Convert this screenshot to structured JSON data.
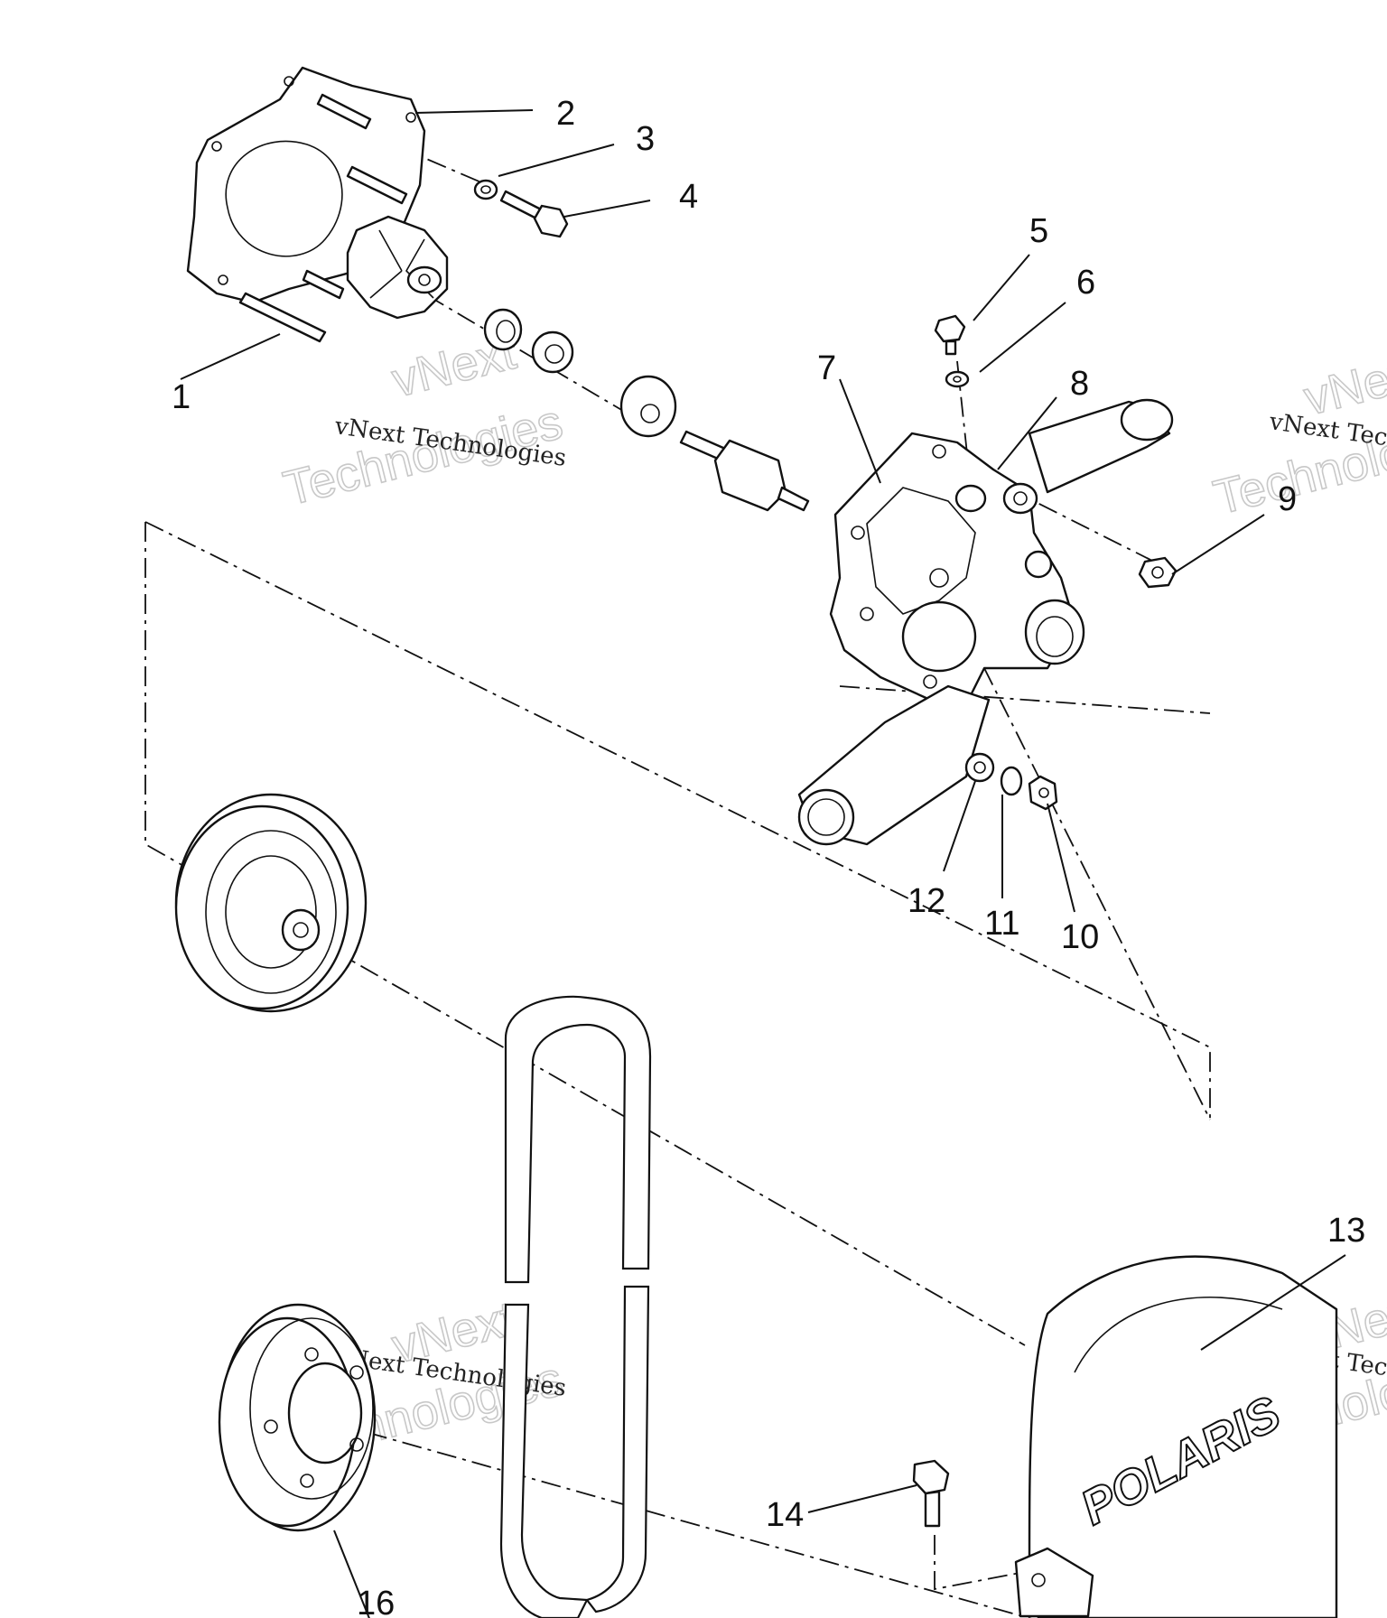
{
  "callouts": {
    "c1": "1",
    "c2": "2",
    "c3": "3",
    "c4": "4",
    "c5": "5",
    "c6": "6",
    "c7": "7",
    "c8": "8",
    "c9": "9",
    "c10": "10",
    "c11": "11",
    "c12": "12",
    "c13": "13",
    "c14": "14",
    "c16": "16"
  },
  "watermark": {
    "line1": "vNext Technologies",
    "big1": "vNext",
    "big2": "Technologies"
  },
  "cover_logo": "POLARIS"
}
